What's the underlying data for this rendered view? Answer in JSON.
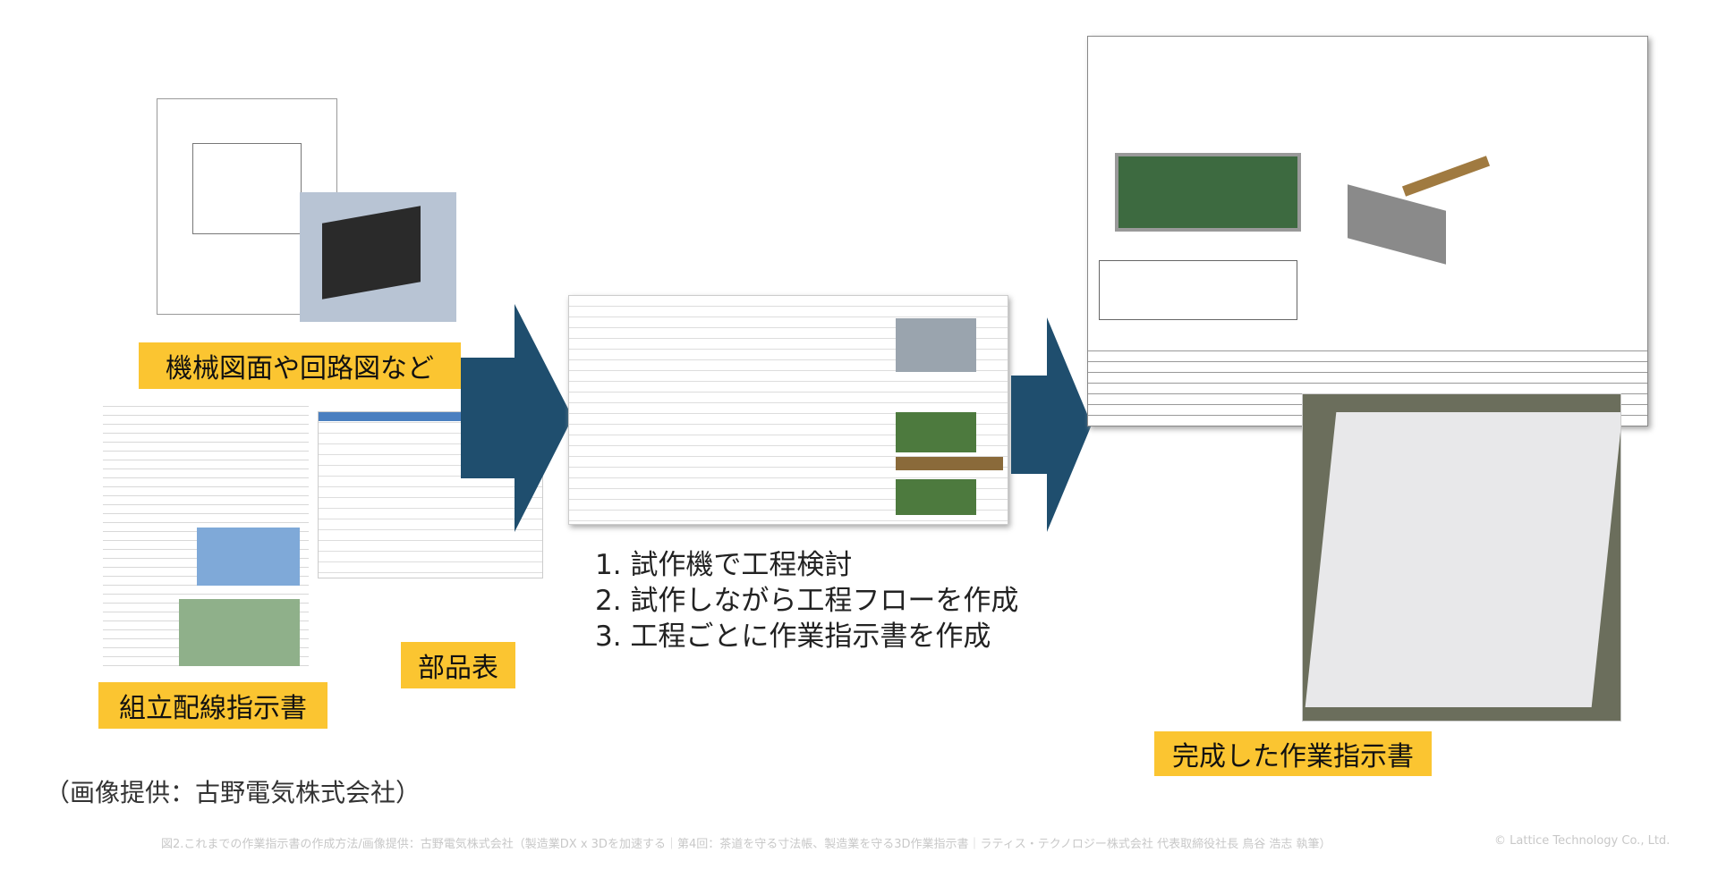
{
  "labels": {
    "drawings": "機械図面や回路図など",
    "parts_list": "部品表",
    "assembly_instructions": "組立配線指示書",
    "completed": "完成した作業指示書"
  },
  "steps": [
    "1.  試作機で工程検討",
    "2.  試作しながら工程フローを作成",
    "3.  工程ごとに作業指示書を作成"
  ],
  "credit": "（画像提供：古野電気株式会社）",
  "footer": {
    "caption": "図2.これまでの作業指示書の作成方法/画像提供：古野電気株式会社（製造業DX x 3Dを加速する｜第4回：茶道を守る寸法帳、製造業を守る3D作業指示書｜ラティス・テクノロジー株式会社 代表取締役社長 鳥谷 浩志 執筆）",
    "copyright": "© Lattice Technology Co., Ltd."
  },
  "colors": {
    "label_bg": "#fbc531",
    "arrow": "#1f4e6e"
  }
}
